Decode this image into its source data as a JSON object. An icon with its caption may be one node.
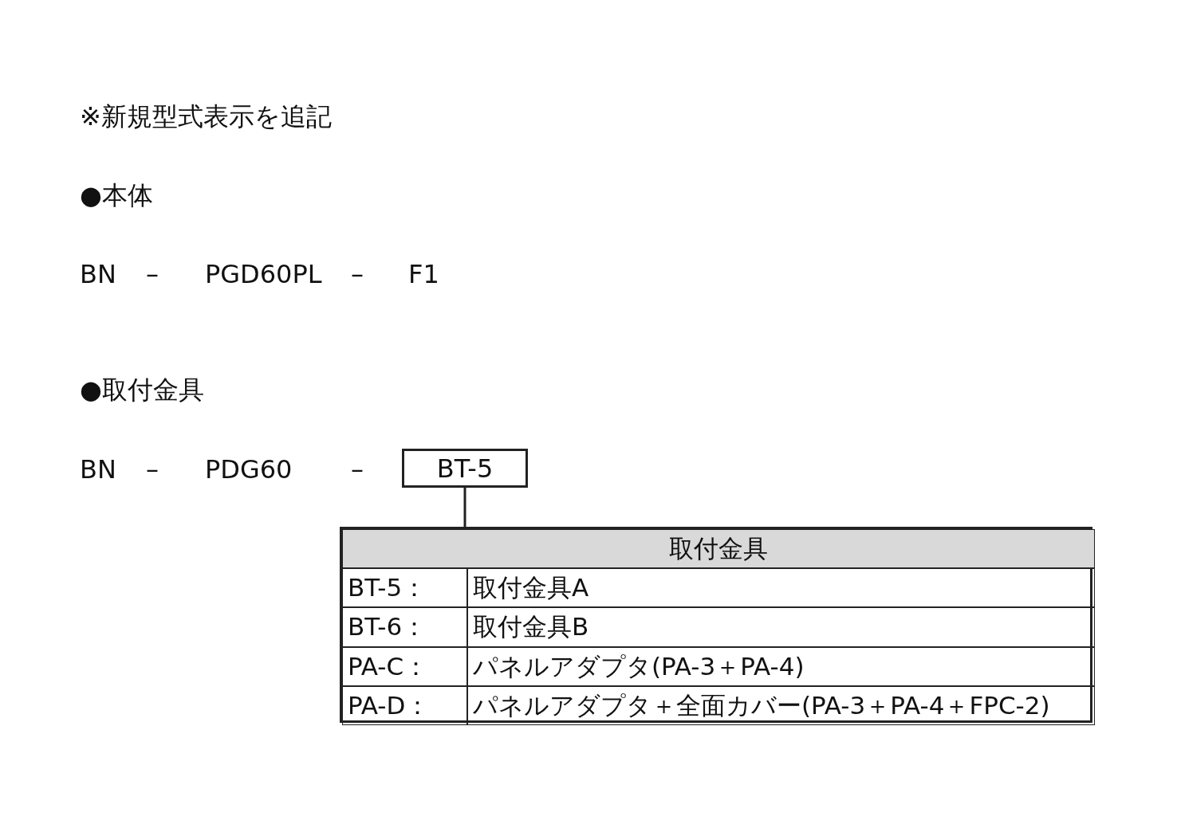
{
  "diagram": {
    "nodes": [
      {
        "text": [
          "BT-5"
        ]
      },
      {
        "text": [
          "取付金具",
          "BT-5：",
          "取付金具A",
          "BT-6：",
          "取付金具B",
          "PA-C：",
          "パネルアダプタ(PA-3＋PA-4)",
          "PA-D：",
          "パネルアダプタ＋全面カバー(PA-3＋PA-4＋FPC-2)"
        ]
      }
    ],
    "edges": [
      {
        "from": 0,
        "to": 1,
        "arrow": "none"
      }
    ],
    "labels": [
      "※新規型式表示を追記",
      "●本体",
      "BN",
      "–",
      "PGD60PL",
      "–",
      "F1",
      "●取付金具",
      "BN",
      "–",
      "PDG60",
      "–"
    ]
  }
}
